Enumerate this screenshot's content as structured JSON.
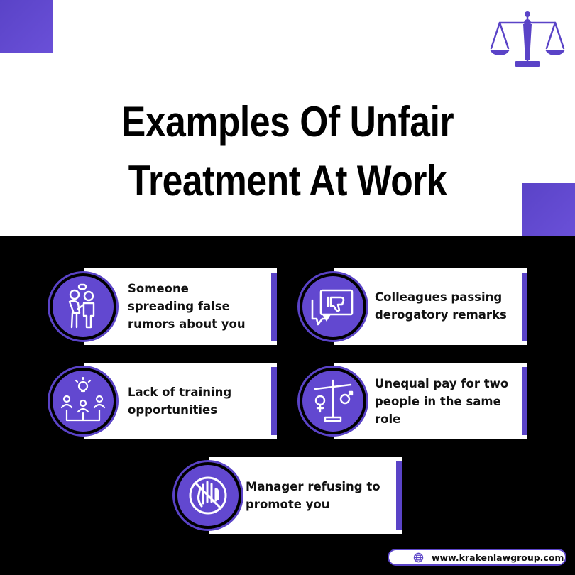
{
  "header": {
    "title_line1": "Examples Of Unfair",
    "title_line2": "Treatment At Work",
    "logo_icon": "scales-of-justice-icon"
  },
  "colors": {
    "accent": "#5a43c7",
    "badge": "#6248d0",
    "background_dark": "#000000"
  },
  "items": [
    {
      "text": "Someone spreading false rumors about you",
      "icon": "gossiping-people-icon"
    },
    {
      "text": "Colleagues passing derogatory remarks",
      "icon": "thumbs-down-speech-icon"
    },
    {
      "text": "Lack of training opportunities",
      "icon": "training-group-lightbulb-icon"
    },
    {
      "text": "Unequal pay for two people in the same role",
      "icon": "gender-pay-scale-icon"
    },
    {
      "text": "Manager refusing to promote you",
      "icon": "stop-hand-icon"
    }
  ],
  "footer": {
    "url": "www.krakenlawgroup.com",
    "icon": "globe-icon"
  }
}
